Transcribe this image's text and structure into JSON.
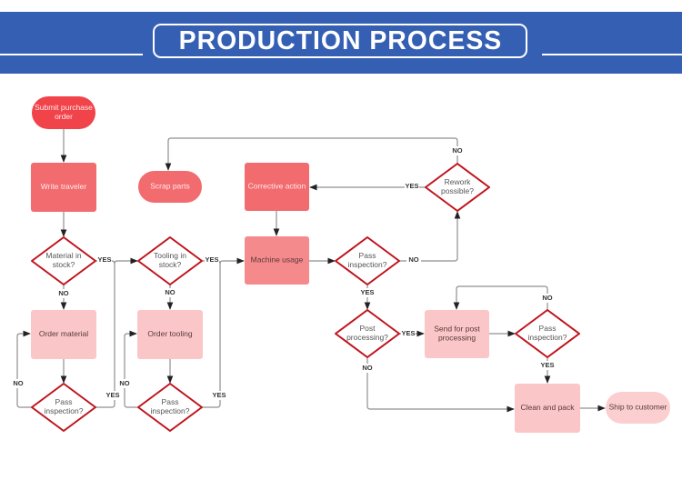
{
  "header": {
    "title": "PRODUCTION PROCESS",
    "background_color": "#345fb3",
    "text_color": "#ffffff"
  },
  "colors": {
    "start_terminal": "#f0434a",
    "process_strong": "#f26b6f",
    "process_medium": "#f58a8c",
    "process_light": "#fbc6c8",
    "terminal_light": "#fbcfd0",
    "decision_stroke": "#c0141c",
    "connector": "#8f8f8f",
    "arrowhead": "#222222"
  },
  "nodes": [
    {
      "id": "submit-purchase-order",
      "type": "terminal",
      "label": [
        "Submit purchase",
        "order"
      ],
      "style": "start"
    },
    {
      "id": "write-traveler",
      "type": "process",
      "label": [
        "Write traveler"
      ],
      "style": "strong"
    },
    {
      "id": "material-in-stock",
      "type": "decision",
      "label": [
        "Material in",
        "stock?"
      ]
    },
    {
      "id": "order-material",
      "type": "process",
      "label": [
        "Order material"
      ],
      "style": "light"
    },
    {
      "id": "pass-inspection-material",
      "type": "decision",
      "label": [
        "Pass",
        "inspection?"
      ]
    },
    {
      "id": "scrap-parts",
      "type": "terminal",
      "label": [
        "Scrap parts"
      ],
      "style": "strong"
    },
    {
      "id": "tooling-in-stock",
      "type": "decision",
      "label": [
        "Tooling in",
        "stock?"
      ]
    },
    {
      "id": "order-tooling",
      "type": "process",
      "label": [
        "Order tooling"
      ],
      "style": "light"
    },
    {
      "id": "pass-inspection-tooling",
      "type": "decision",
      "label": [
        "Pass",
        "inspection?"
      ]
    },
    {
      "id": "corrective-action",
      "type": "process",
      "label": [
        "Corrective action"
      ],
      "style": "strong"
    },
    {
      "id": "machine-usage",
      "type": "process",
      "label": [
        "Machine usage"
      ],
      "style": "medium"
    },
    {
      "id": "pass-inspection-machining",
      "type": "decision",
      "label": [
        "Pass",
        "inspection?"
      ]
    },
    {
      "id": "rework-possible",
      "type": "decision",
      "label": [
        "Rework",
        "possible?"
      ]
    },
    {
      "id": "post-processing",
      "type": "decision",
      "label": [
        "Post",
        "processing?"
      ]
    },
    {
      "id": "send-for-post-processing",
      "type": "process",
      "label": [
        "Send for post",
        "processing"
      ],
      "style": "light"
    },
    {
      "id": "pass-inspection-post",
      "type": "decision",
      "label": [
        "Pass",
        "inspection?"
      ]
    },
    {
      "id": "clean-and-pack",
      "type": "process",
      "label": [
        "Clean and pack"
      ],
      "style": "light"
    },
    {
      "id": "ship-to-customer",
      "type": "terminal",
      "label": [
        "Ship to customer"
      ],
      "style": "light"
    }
  ],
  "edges": [
    {
      "from": "submit-purchase-order",
      "to": "write-traveler",
      "label": ""
    },
    {
      "from": "write-traveler",
      "to": "material-in-stock",
      "label": ""
    },
    {
      "from": "material-in-stock",
      "to": "order-material",
      "label": "NO"
    },
    {
      "from": "material-in-stock",
      "to": "tooling-in-stock",
      "label": "YES"
    },
    {
      "from": "order-material",
      "to": "pass-inspection-material",
      "label": ""
    },
    {
      "from": "pass-inspection-material",
      "to": "order-material",
      "label": "NO"
    },
    {
      "from": "pass-inspection-material",
      "to": "tooling-in-stock",
      "label": "YES"
    },
    {
      "from": "tooling-in-stock",
      "to": "order-tooling",
      "label": "NO"
    },
    {
      "from": "tooling-in-stock",
      "to": "machine-usage",
      "label": "YES"
    },
    {
      "from": "order-tooling",
      "to": "pass-inspection-tooling",
      "label": ""
    },
    {
      "from": "pass-inspection-tooling",
      "to": "order-tooling",
      "label": "NO"
    },
    {
      "from": "pass-inspection-tooling",
      "to": "machine-usage",
      "label": "YES"
    },
    {
      "from": "corrective-action",
      "to": "machine-usage",
      "label": ""
    },
    {
      "from": "machine-usage",
      "to": "pass-inspection-machining",
      "label": ""
    },
    {
      "from": "pass-inspection-machining",
      "to": "rework-possible",
      "label": "NO"
    },
    {
      "from": "pass-inspection-machining",
      "to": "post-processing",
      "label": "YES"
    },
    {
      "from": "rework-possible",
      "to": "corrective-action",
      "label": "YES"
    },
    {
      "from": "rework-possible",
      "to": "scrap-parts",
      "label": "NO"
    },
    {
      "from": "post-processing",
      "to": "send-for-post-processing",
      "label": "YES"
    },
    {
      "from": "post-processing",
      "to": "clean-and-pack",
      "label": "NO"
    },
    {
      "from": "send-for-post-processing",
      "to": "pass-inspection-post",
      "label": ""
    },
    {
      "from": "pass-inspection-post",
      "to": "send-for-post-processing",
      "label": "NO"
    },
    {
      "from": "pass-inspection-post",
      "to": "clean-and-pack",
      "label": "YES"
    },
    {
      "from": "clean-and-pack",
      "to": "ship-to-customer",
      "label": ""
    }
  ]
}
